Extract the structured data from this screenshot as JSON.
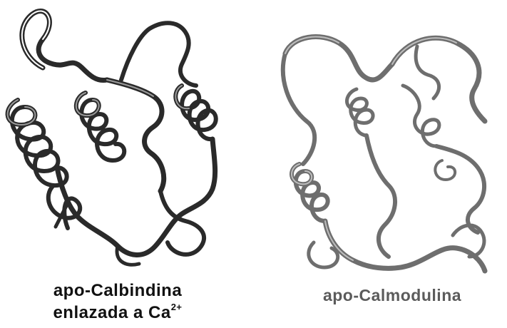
{
  "figure": {
    "left": {
      "caption_line1": "apo-Calbindina",
      "caption_line2_prefix": "enlazada a Ca",
      "caption_superscript": "2+"
    },
    "right": {
      "caption": "apo-Calmodulina"
    }
  },
  "colors": {
    "ribbon_dark": "#2a2a2a",
    "ribbon_light": "#7a7a7a",
    "text": "#111111",
    "text_gray": "#5b5b5b"
  }
}
